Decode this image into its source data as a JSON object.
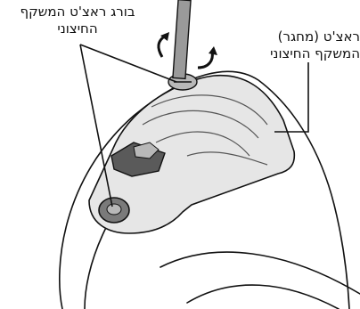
{
  "labels": {
    "left_line1": "בורג ראצ'ט המשקף",
    "left_line2": "החיצוני",
    "right_line1": "ראצ'ט (מחגר)",
    "right_line2": "המשקף החיצוני"
  },
  "colors": {
    "ink": "#111111",
    "shell": "#ffffff",
    "part_gray": "#b8b8b8",
    "dark_gray": "#5a5a5a"
  }
}
